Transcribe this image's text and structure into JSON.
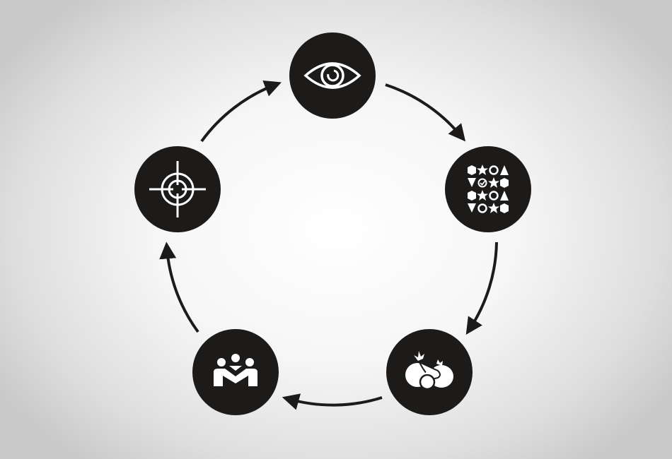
{
  "diagram": {
    "type": "cycle",
    "colors": {
      "node": "#1c1b19",
      "icon": "#ffffff",
      "arrow": "#1c1b19"
    },
    "nodes": [
      {
        "id": "observe",
        "icon": "eye-icon"
      },
      {
        "id": "sort",
        "icon": "shapes-grid-check-icon"
      },
      {
        "id": "produce",
        "icon": "vegetables-icon"
      },
      {
        "id": "collaborate",
        "icon": "people-group-icon"
      },
      {
        "id": "target",
        "icon": "crosshair-target-icon"
      }
    ],
    "edges": [
      [
        "observe",
        "sort"
      ],
      [
        "sort",
        "produce"
      ],
      [
        "produce",
        "collaborate"
      ],
      [
        "collaborate",
        "target"
      ],
      [
        "target",
        "observe"
      ]
    ]
  }
}
